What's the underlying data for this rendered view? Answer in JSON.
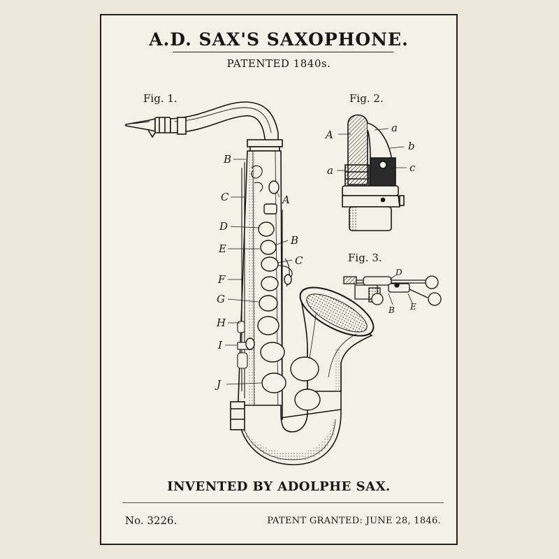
{
  "header": {
    "title": "A.D. SAX'S SAXOPHONE.",
    "subtitle": "PATENTED 1840s."
  },
  "figures": {
    "fig1": {
      "caption": "Fig. 1.",
      "left_labels": [
        "B",
        "C",
        "D",
        "E",
        "F",
        "G",
        "H",
        "I",
        "J"
      ],
      "right_labels": [
        "A",
        "B",
        "C"
      ]
    },
    "fig2": {
      "caption": "Fig. 2.",
      "labels": [
        "A",
        "a",
        "b",
        "a",
        "c"
      ]
    },
    "fig3": {
      "caption": "Fig. 3.",
      "labels": [
        "D",
        "B",
        "E"
      ]
    }
  },
  "footer": {
    "title": "INVENTED BY  ADOLPHE SAX.",
    "number": "No. 3226.",
    "granted": "PATENT GRANTED: JUNE 28, 1846."
  }
}
